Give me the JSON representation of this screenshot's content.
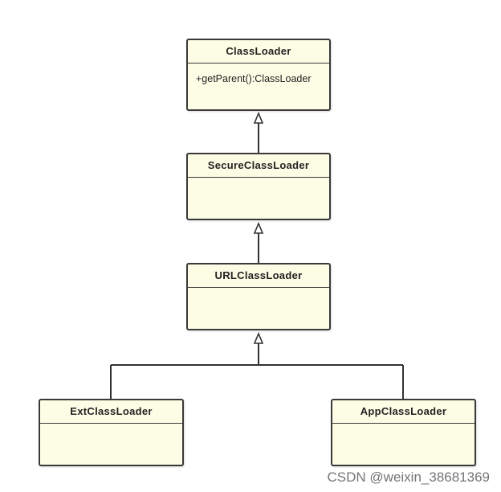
{
  "classes": {
    "classloader": {
      "name": "ClassLoader",
      "method": "+getParent():ClassLoader"
    },
    "secure": {
      "name": "SecureClassLoader"
    },
    "url": {
      "name": "URLClassLoader"
    },
    "ext": {
      "name": "ExtClassLoader"
    },
    "app": {
      "name": "AppClassLoader"
    }
  },
  "watermark": "CSDN @weixin_38681369",
  "colors": {
    "box_fill": "#fdfde6",
    "box_border": "#3a3a3a",
    "line": "#333333"
  }
}
